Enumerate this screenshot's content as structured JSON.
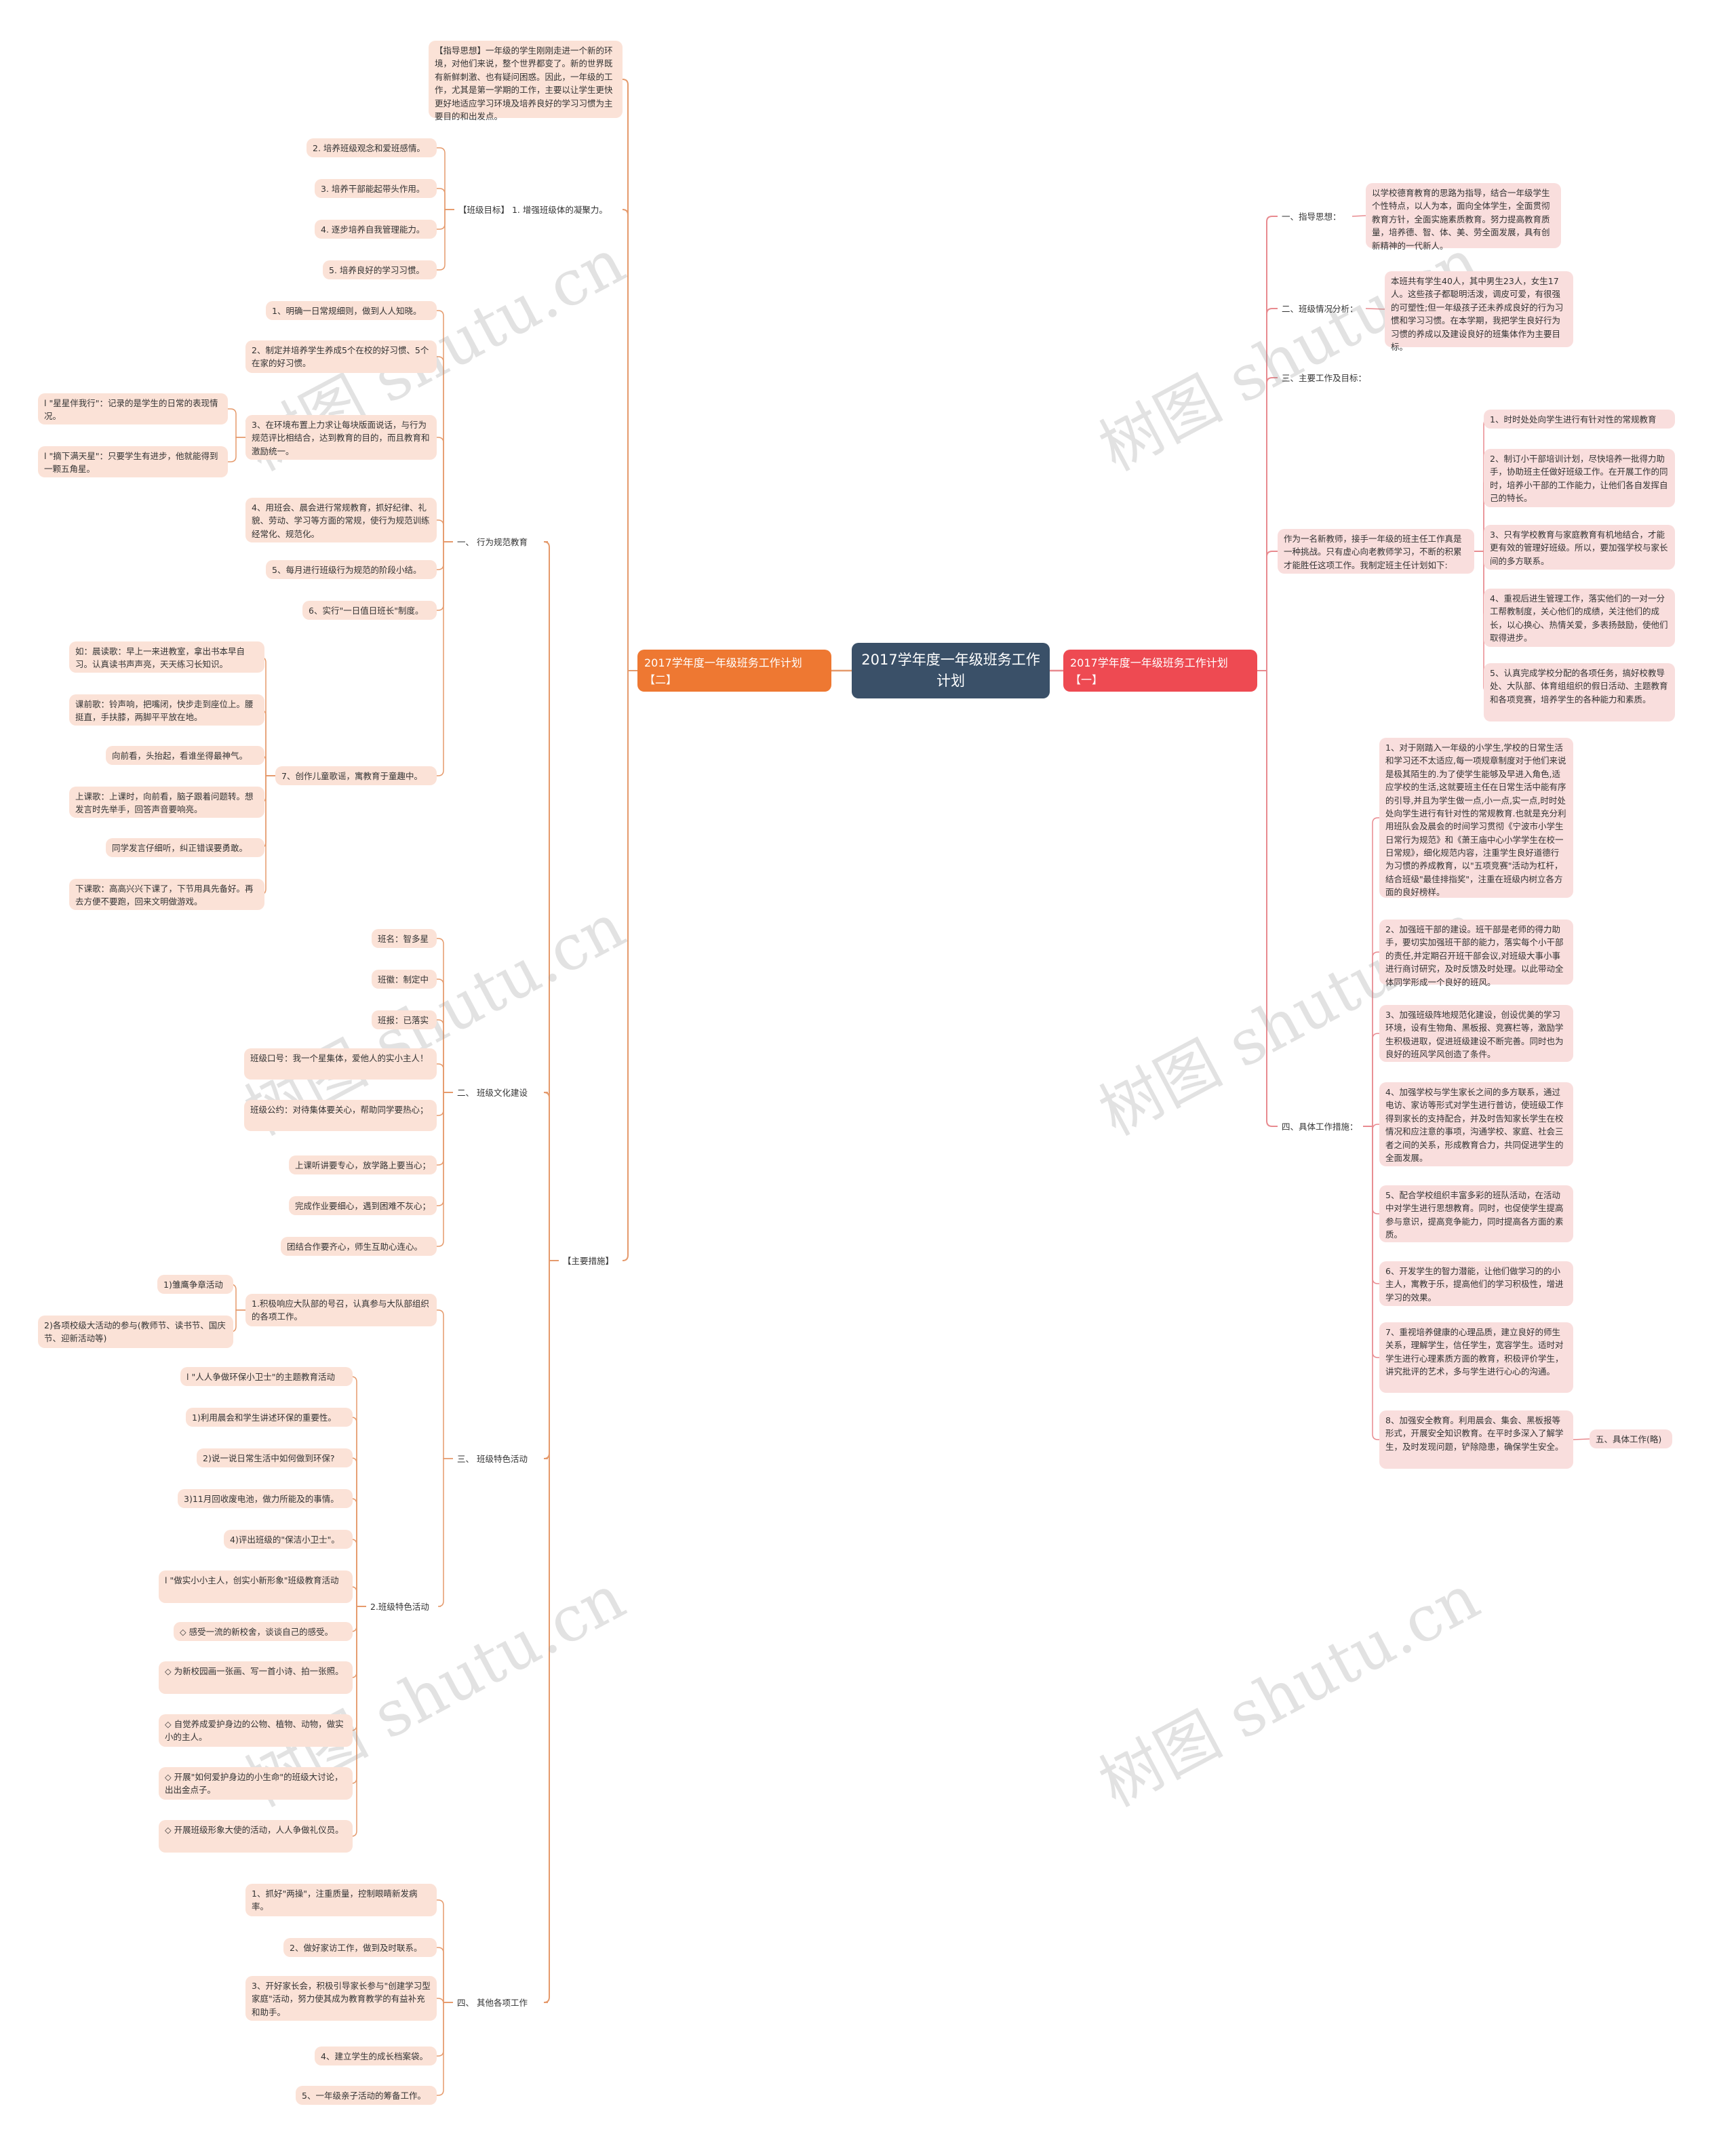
{
  "root": "2017学年度一年级班务工作计划",
  "watermark": "树图 shutu.cn",
  "colors": {
    "root": "#3a5068",
    "left_branch": "#ee7832",
    "right_branch": "#ee4a52",
    "left_leaf": "#fbe2d7",
    "right_leaf": "#f9dedd",
    "left_line": "#e59a6c",
    "right_line": "#e88a8f"
  },
  "left": {
    "branch": "2017学年度一年级班务工作计划【二】",
    "guide": "【指导思想】一年级的学生刚刚走进一个新的环境，对他们来说，整个世界都变了。新的世界既有新鲜刺激、也有疑问困惑。因此，一年级的工作，尤其是第一学期的工作，主要以让学生更快更好地适应学习环境及培养良好的学习习惯为主要目的和出发点。",
    "goal_label": "【班级目标】 1. 增强班级体的凝聚力。",
    "goals": [
      "2. 培养班级观念和爱班感情。",
      "3. 培养干部能起带头作用。",
      "4. 逐步培养自我管理能力。",
      "5. 培养良好的学习习惯。"
    ],
    "measures_label": "【主要措施】",
    "s1": {
      "label": "一、 行为规范教育",
      "items": [
        "1、明确一日常规细则，做到人人知晓。",
        "2、制定并培养学生养成5个在校的好习惯、5个在家的好习惯。",
        "3、在环境布置上力求让每块版面说话，与行为规范评比相结合，达到教育的目的，而且教育和激励统一。",
        "4、用班会、晨会进行常规教育，抓好纪律、礼貌、劳动、学习等方面的常规，使行为规范训练经常化、规范化。",
        "5、每月进行班级行为规范的阶段小结。",
        "6、实行\"一日值日班长\"制度。",
        "7、创作儿童歌谣，寓教育于童趣中。"
      ],
      "sub3": [
        "l \"星星伴我行\"：记录的是学生的日常的表现情况。",
        "l \"摘下满天星\"：只要学生有进步，他就能得到一颗五角星。"
      ],
      "songs": [
        "如：晨读歌：早上一来进教室，拿出书本早自习。认真读书声声亮，天天练习长知识。",
        "课前歌：铃声响，把嘴闭，快步走到座位上。腰挺直，手扶膝，两脚平平放在地。",
        "向前看，头抬起，看谁坐得最神气。",
        "上课歌：上课时，向前看，脑子跟着问题转。想发言时先举手，回答声音要响亮。",
        "同学发言仔细听，纠正错误要勇敢。",
        "下课歌：高高兴兴下课了，下节用具先备好。再去方便不要跑，回来文明做游戏。"
      ]
    },
    "s2": {
      "label": "二、 班级文化建设",
      "items": [
        "班名：智多星",
        "班徽：制定中",
        "班报：已落实",
        "班级口号：我一个星集体，爱他人的实小主人！",
        "班级公约：对待集体要关心，帮助同学要热心；",
        "上课听讲要专心，放学路上要当心；",
        "完成作业要细心，遇到困难不灰心；",
        "团结合作要齐心，师生互助心连心。"
      ]
    },
    "s3": {
      "label": "三、 班级特色活动",
      "a1": "1.积极响应大队部的号召，认真参与大队部组织的各项工作。",
      "a1_items": [
        "1)雏鹰争章活动",
        "2)各项校级大活动的参与(教师节、读书节、国庆节、迎新活动等)"
      ],
      "a2": "2.班级特色活动",
      "a2_items": [
        "l \"人人争做环保小卫士\"的主题教育活动",
        "1)利用晨会和学生讲述环保的重要性。",
        "2)说一说日常生活中如何做到环保?",
        "3)11月回收废电池，做力所能及的事情。",
        "4)评出班级的\"保洁小卫士\"。",
        "l \"做实小小主人，创实小新形象\"班级教育活动",
        "◇ 感受一流的新校舍，谈谈自己的感受。",
        "◇ 为新校园画一张画、写一首小诗、拍一张照。",
        "◇ 自觉养成爱护身边的公物、植物、动物，做实小的主人。",
        "◇ 开展\"如何爱护身边的小生命\"的班级大讨论，出出金点子。",
        "◇ 开展班级形象大使的活动，人人争做礼仪员。"
      ]
    },
    "s4": {
      "label": "四、 其他各项工作",
      "items": [
        "1、抓好\"两操\"，注重质量，控制眼睛新发病率。",
        "2、做好家访工作，做到及时联系。",
        "3、开好家长会，积极引导家长参与\"创建学习型家庭\"活动，努力使其成为教育教学的有益补充和助手。",
        "4、建立学生的成长档案袋。",
        "5、一年级亲子活动的筹备工作。"
      ]
    }
  },
  "right": {
    "branch": "2017学年度一年级班务工作计划【一】",
    "n1": {
      "label": "一、指导思想：",
      "text": "以学校德育教育的思路为指导，结合一年级学生个性特点，以人为本，面向全体学生，全面贯彻教育方针，全面实施素质教育。努力提高教育质量，培养德、智、体、美、劳全面发展，具有创新精神的一代新人。"
    },
    "n2": {
      "label": "二、班级情况分析：",
      "text": "本班共有学生40人，其中男生23人，女生17人。这些孩子都聪明活泼，调皮可爱，有很强的可塑性;但一年级孩子还未养成良好的行为习惯和学习习惯。在本学期，我把学生良好行为习惯的养成以及建设良好的班集体作为主要目标。"
    },
    "n3": {
      "label": "三、主要工作及目标："
    },
    "n3b": {
      "text": "作为一名新教师，接手一年级的班主任工作真是一种挑战。只有虚心向老教师学习，不断的积累才能胜任这项工作。我制定班主任计划如下:",
      "items": [
        "1、时时处处向学生进行有针对性的常规教育",
        "2、制订小干部培训计划，尽快培养一批得力助手，协助班主任做好班级工作。在开展工作的同时，培养小干部的工作能力，让他们各自发挥自己的特长。",
        "3、只有学校教育与家庭教育有机地结合，才能更有效的管理好班级。所以，要加强学校与家长间的多方联系。",
        "4、重视后进生管理工作，落实他们的一对一分工帮教制度，关心他们的成绩，关注他们的成长，以心换心、热情关爱，多表扬鼓励，使他们取得进步。",
        "5、认真完成学校分配的各项任务，搞好校教导处、大队部、体育组组织的假日活动、主题教育和各项竞赛，培养学生的各种能力和素质。"
      ]
    },
    "n4": {
      "label": "四、具体工作措施：",
      "items": [
        "1、对于刚踏入一年级的小学生,学校的日常生活和学习还不太适应,每一项规章制度对于他们来说是极其陌生的.为了使学生能够及早进入角色,适应学校的生活,这就要班主任在日常生活中能有序的引导,并且为学生做一点,小一点,实一点,时时处处向学生进行有针对性的常规教育.也就是充分利用班队会及晨会的时间学习贯彻《宁波市小学生日常行为规范》和《萧王庙中心小学学生在校一日常规》，细化规范内容，注重学生良好道德行为习惯的养成教育，以\"五项竞赛\"活动为杠杆，结合班级\"最佳排指奖\"，注重在班级内树立各方面的良好榜样。",
        "2、加强班干部的建设。班干部是老师的得力助手，要切实加强班干部的能力，落实每个小干部的责任,并定期召开班干部会议,对班级大事小事进行商讨研究，及时反馈及时处理。以此带动全体同学形成一个良好的班风。",
        "3、加强班级阵地规范化建设，创设优美的学习环境，设有生物角、黑板报、竞赛栏等，激励学生积极进取，促进班级建设不断完善。同时也为良好的班风学风创造了条件。",
        "4、加强学校与学生家长之间的多方联系，通过电访、家访等形式对学生进行普访，使班级工作得到家长的支持配合，并及时告知家长学生在校情况和应注意的事项，沟通学校、家庭、社会三者之间的关系，形成教育合力，共同促进学生的全面发展。",
        "5、配合学校组织丰富多彩的班队活动，在活动中对学生进行思想教育。同时，也促使学生提高参与意识，提高竞争能力，同时提高各方面的素质。",
        "6、开发学生的智力潜能，让他们做学习的的小主人，寓教于乐，提高他们的学习积极性，增进学习的效果。",
        "7、重视培养健康的心理品质，建立良好的师生关系，理解学生，信任学生，宽容学生。适时对学生进行心理素质方面的教育，积极评价学生，讲究批评的艺术，多与学生进行心心的沟通。",
        "8、加强安全教育。利用晨会、集会、黑板报等形式，开展安全知识教育。在平时多深入了解学生，及时发现问题，铲除隐患，确保学生安全。"
      ]
    },
    "n5": {
      "label": "五、具体工作(略)"
    }
  }
}
